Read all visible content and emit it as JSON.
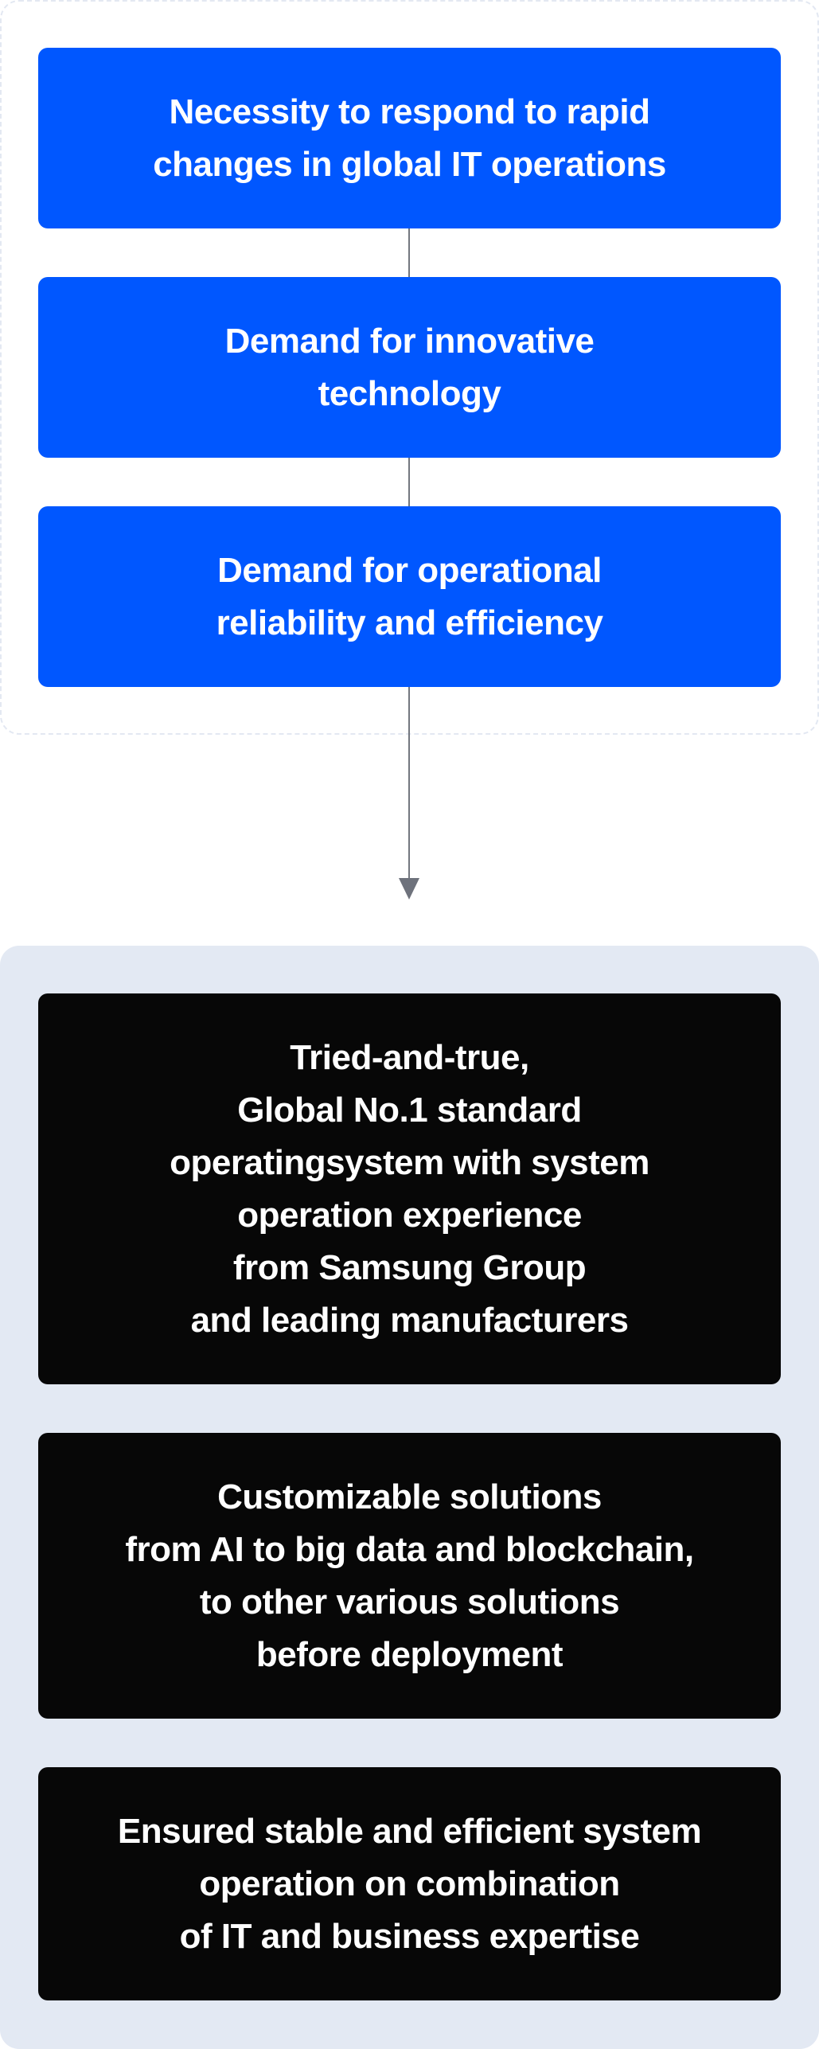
{
  "colors": {
    "blue_box": "#0057ff",
    "black_box": "#070707",
    "panel_bg": "#e3e9f3",
    "dashed_border": "#e3e8f2",
    "connector": "#73777f",
    "text": "#ffffff"
  },
  "needs": {
    "items": [
      {
        "lines": [
          "Necessity to respond to rapid",
          "changes in global IT operations"
        ]
      },
      {
        "lines": [
          "Demand for innovative",
          "technology"
        ]
      },
      {
        "lines": [
          "Demand for operational",
          "reliability and efficiency"
        ]
      }
    ]
  },
  "solutions": {
    "items": [
      {
        "lines": [
          "Tried-and-true,",
          "Global No.1 standard",
          "operatingsystem with system",
          "operation experience",
          "from Samsung Group",
          "and leading manufacturers"
        ]
      },
      {
        "lines": [
          "Customizable solutions",
          "from AI to big data and blockchain,",
          "to other various solutions",
          "before deployment"
        ]
      },
      {
        "lines": [
          "Ensured stable and efficient system",
          "operation on combination",
          "of IT and business expertise"
        ]
      }
    ]
  }
}
